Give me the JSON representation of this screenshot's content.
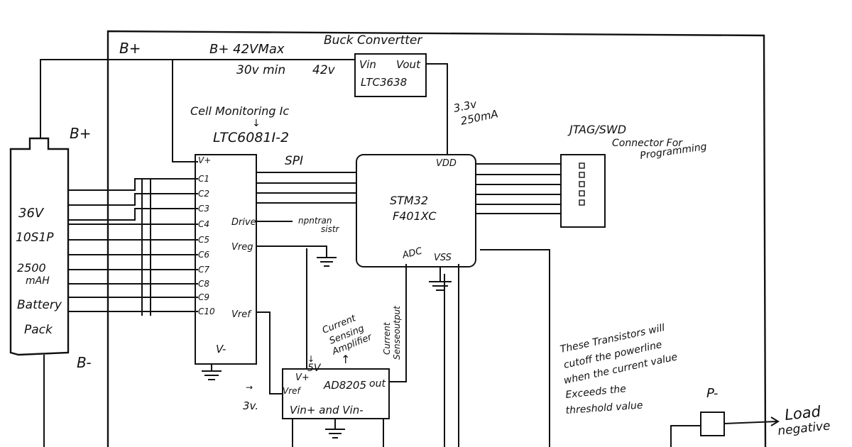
{
  "frame": {
    "label": "B+"
  },
  "top_labels": {
    "bplus_max": "B+ 42VMax",
    "min_range": "30v min",
    "v42": "42v"
  },
  "buck": {
    "title": "Buck Convertter",
    "vin": "Vin",
    "vout": "Vout",
    "part": "LTC3638"
  },
  "rail": {
    "voltage": "3.3v",
    "current": "250mA"
  },
  "cell_monitor": {
    "title": "Cell Monitoring Ic",
    "arrow": "↓",
    "part": "LTC6081I-2",
    "pins_left": [
      "V+",
      "C1",
      "C2",
      "C3",
      "C4",
      "C5",
      "C6",
      "C7",
      "C8",
      "C9",
      "C10"
    ],
    "pin_drive": "Drive",
    "pin_vreg": "Vreg",
    "pin_vref": "Vref",
    "pin_vminus": "V-"
  },
  "battery": {
    "bplus": "B+",
    "bminus": "B-",
    "lines": [
      "36V",
      "10S1P",
      "2500",
      "mAH",
      "Battery",
      "Pack"
    ]
  },
  "spi": {
    "label": "SPI"
  },
  "mcu": {
    "part_line1": "STM32",
    "part_line2": "F401XC",
    "vdd": "VDD",
    "adc": "ADC",
    "vss": "VSS"
  },
  "jtag": {
    "title": "JTAG/SWD",
    "caption_line1": "Connector For",
    "caption_line2": "Programming",
    "pins": 5
  },
  "transistor": {
    "line1": "npntran",
    "line2": "sistr"
  },
  "amp": {
    "part": "AD8205",
    "out": "out",
    "vplus": "V+",
    "vref": "Vref",
    "inputs": "Vin+ and Vin-",
    "label_line1": "Current",
    "label_line2": "Sensing",
    "label_line3": "Amplifier",
    "up_arrow": "↑",
    "supply": "5V",
    "supply_arrow": "↓",
    "ref_voltage": "3v.",
    "ref_arrow": "→",
    "output_label_line1": "Current",
    "output_label_line2": "Senseoutput"
  },
  "note": {
    "lines": [
      "These Transistors will",
      "cutoff the powerline",
      "when the current value",
      "Exceeds the",
      "threshold value"
    ]
  },
  "load": {
    "p_minus": "P-",
    "line1": "Load",
    "line2": "negative"
  }
}
